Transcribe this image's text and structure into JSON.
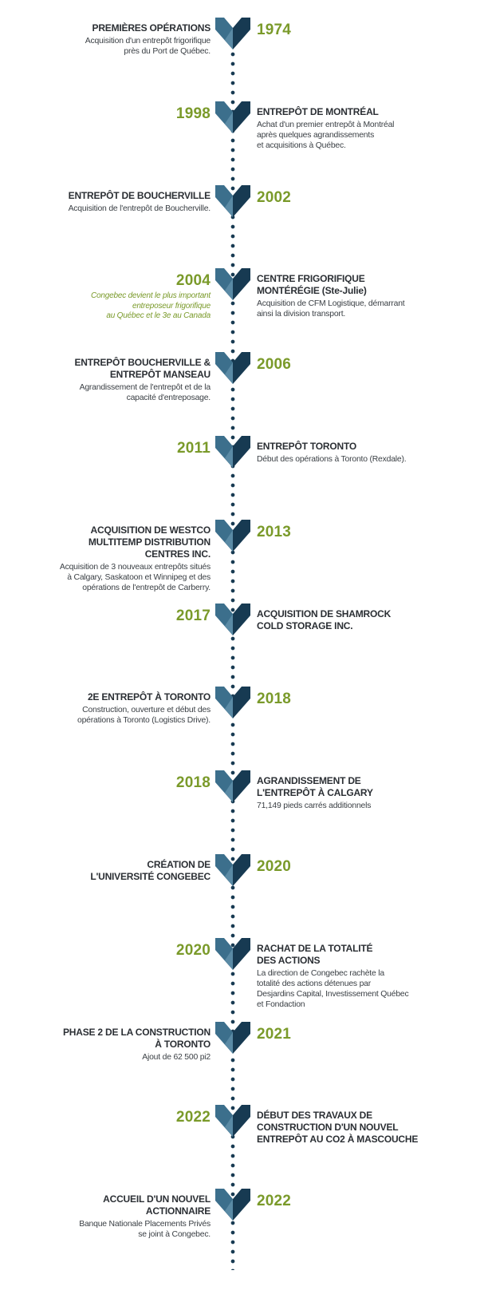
{
  "colors": {
    "year_green": "#7a9a2a",
    "chevron_dark": "#173a52",
    "chevron_mid": "#3c6f8c",
    "dots": "#173a52"
  },
  "events": [
    {
      "year": "1974",
      "side": "left",
      "title": "PREMIÈRES OPÉRATIONS",
      "desc": "Acquisition d'un entrepôt frigorifique\nprès du Port de Québec."
    },
    {
      "year": "1998",
      "side": "right",
      "title": "ENTREPÔT DE MONTRÉAL",
      "desc": "Achat d'un premier entrepôt à Montréal\naprès quelques agrandissements\net acquisitions à Québec."
    },
    {
      "year": "2002",
      "side": "left",
      "title": "ENTREPÔT DE BOUCHERVILLE",
      "desc": "Acquisition de l'entrepôt de Boucherville."
    },
    {
      "year": "2004",
      "side": "right",
      "title": "CENTRE FRIGORIFIQUE\nMONTÉRÉGIE (Ste-Julie)",
      "desc": "Acquisition de CFM Logistique, démarrant\nainsi la division transport.",
      "note": "Congebec devient le plus important\nentreposeur frigorifique\nau Québec et le 3e au Canada"
    },
    {
      "year": "2006",
      "side": "left",
      "title": "ENTREPÔT BOUCHERVILLE &\nENTREPÔT MANSEAU",
      "desc": "Agrandissement de l'entrepôt et de la\ncapacité d'entreposage."
    },
    {
      "year": "2011",
      "side": "right",
      "title": "ENTREPÔT TORONTO",
      "desc": "Début des opérations à Toronto (Rexdale)."
    },
    {
      "year": "2013",
      "side": "left",
      "title": "ACQUISITION DE WESTCO\nMULTITEMP DISTRIBUTION\nCENTRES INC.",
      "desc": "Acquisition de 3 nouveaux entrepôts situés\nà Calgary, Saskatoon et Winnipeg et des\nopérations de l'entrepôt de Carberry."
    },
    {
      "year": "2017",
      "side": "right",
      "title": "ACQUISITION DE SHAMROCK\nCOLD STORAGE INC.",
      "desc": ""
    },
    {
      "year": "2018",
      "side": "left",
      "title": "2E ENTREPÔT À TORONTO",
      "desc": "Construction, ouverture et début des\nopérations à Toronto (Logistics Drive)."
    },
    {
      "year": "2018",
      "side": "right",
      "title": "AGRANDISSEMENT DE\nL'ENTREPÔT À CALGARY",
      "desc": "71,149 pieds carrés additionnels"
    },
    {
      "year": "2020",
      "side": "left",
      "title": "CRÉATION DE\nL'UNIVERSITÉ CONGEBEC",
      "desc": ""
    },
    {
      "year": "2020",
      "side": "right",
      "title": "RACHAT DE LA TOTALITÉ\nDES ACTIONS",
      "desc": "La direction de Congebec rachète la\ntotalité des actions détenues par\nDesjardins Capital, Investissement Québec\net Fondaction"
    },
    {
      "year": "2021",
      "side": "left",
      "title": "PHASE 2 DE LA CONSTRUCTION\nÀ TORONTO",
      "desc": "Ajout de 62 500 pi2"
    },
    {
      "year": "2022",
      "side": "right",
      "title": "DÉBUT DES TRAVAUX DE\nCONSTRUCTION D'UN NOUVEL\nENTREPÔT AU CO2 À MASCOUCHE",
      "desc": ""
    },
    {
      "year": "2022",
      "side": "left",
      "title": "ACCUEIL D'UN NOUVEL\nACTIONNAIRE",
      "desc": "Banque Nationale Placements Privés\nse joint à Congebec."
    }
  ]
}
